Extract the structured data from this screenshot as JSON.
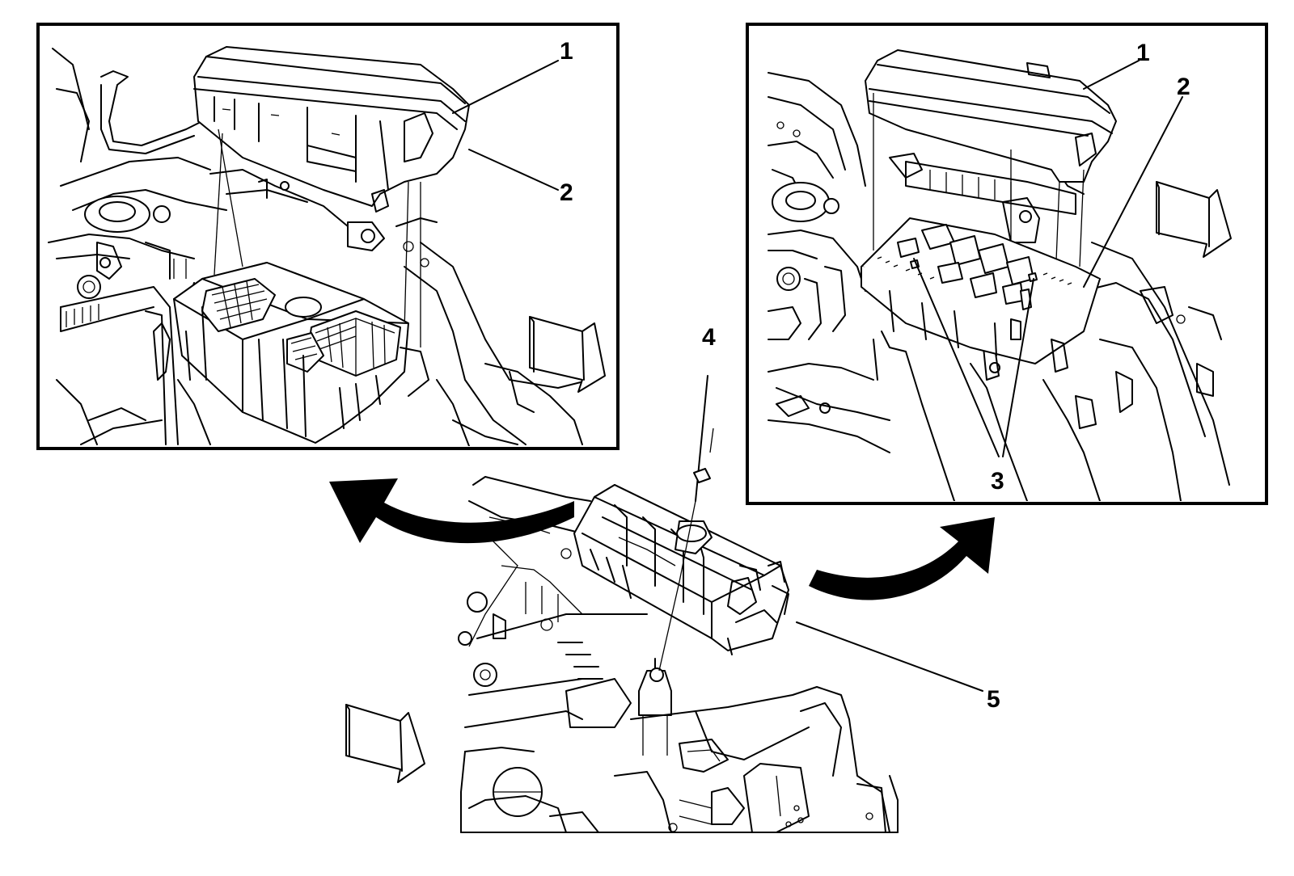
{
  "callouts": {
    "left_1": "1",
    "left_2": "2",
    "right_1": "1",
    "right_2": "2",
    "right_3": "3",
    "bolt_4": "4",
    "bracket_5": "5"
  },
  "colors": {
    "ink": "#000000",
    "paper": "#ffffff"
  },
  "icons": {
    "direction_arrow": "forward-direction-arrow-icon",
    "swing_arrow": "curved-swing-arrow-icon"
  }
}
